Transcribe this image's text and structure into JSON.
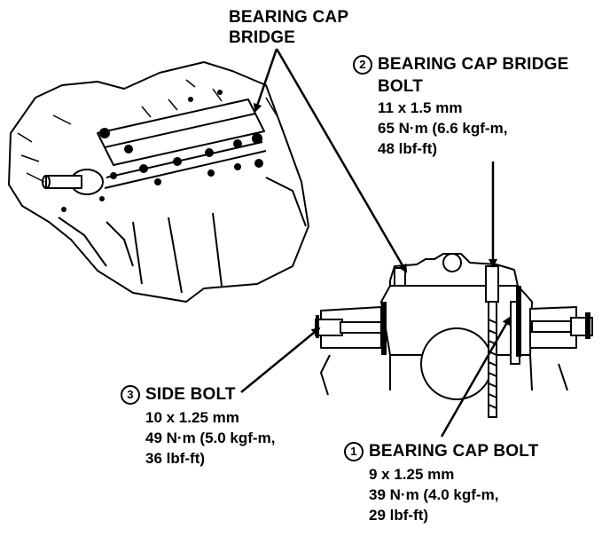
{
  "callouts": {
    "bridge": {
      "line1": "BEARING CAP",
      "line2": "BRIDGE"
    },
    "bridge_bolt": {
      "number": "2",
      "title": "BEARING CAP BRIDGE",
      "title2": "BOLT",
      "size": "11 x 1.5 mm",
      "torque1": "65 N·m (6.6 kgf-m,",
      "torque2": "48 lbf-ft)"
    },
    "side_bolt": {
      "number": "3",
      "title": "SIDE BOLT",
      "size": "10 x 1.25 mm",
      "torque1": "49 N·m (5.0 kgf-m,",
      "torque2": "36 lbf-ft)"
    },
    "cap_bolt": {
      "number": "1",
      "title": "BEARING CAP BOLT",
      "size": "9 x 1.25 mm",
      "torque1": "39 N·m (4.0 kgf-m,",
      "torque2": "29 lbf-ft)"
    }
  }
}
